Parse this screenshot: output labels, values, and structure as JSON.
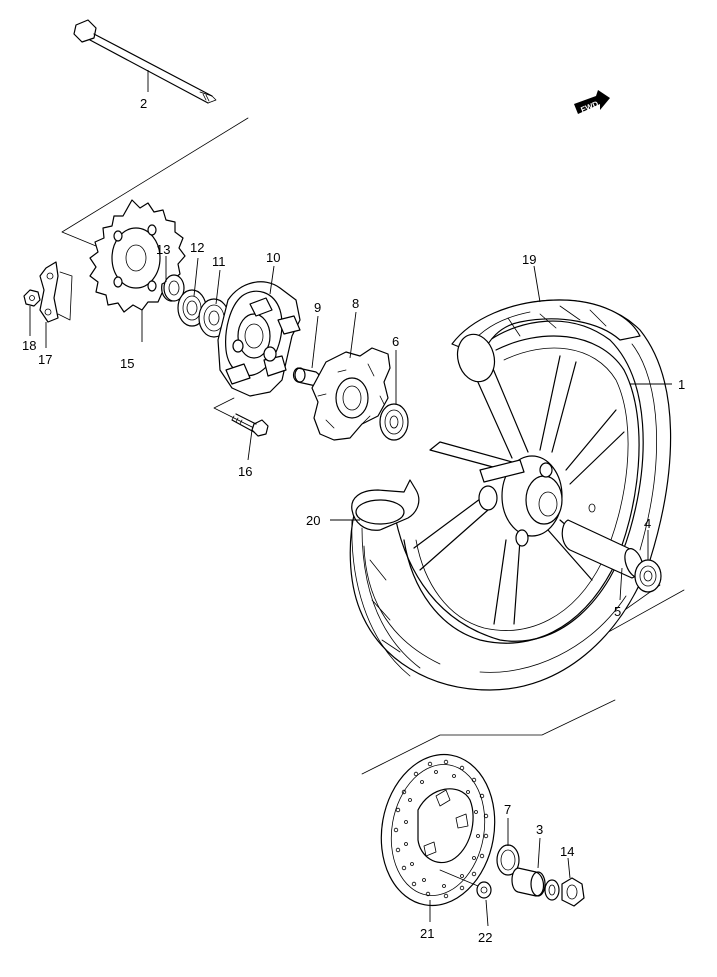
{
  "fwd_badge": {
    "text": "FWD"
  },
  "callouts": [
    {
      "id": "1",
      "label": "1"
    },
    {
      "id": "2",
      "label": "2"
    },
    {
      "id": "3",
      "label": "3"
    },
    {
      "id": "4",
      "label": "4"
    },
    {
      "id": "5",
      "label": "5"
    },
    {
      "id": "6",
      "label": "6"
    },
    {
      "id": "7",
      "label": "7"
    },
    {
      "id": "8",
      "label": "8"
    },
    {
      "id": "9",
      "label": "9"
    },
    {
      "id": "10",
      "label": "10"
    },
    {
      "id": "11",
      "label": "11"
    },
    {
      "id": "12",
      "label": "12"
    },
    {
      "id": "13",
      "label": "13"
    },
    {
      "id": "14",
      "label": "14"
    },
    {
      "id": "15",
      "label": "15"
    },
    {
      "id": "16",
      "label": "16"
    },
    {
      "id": "17",
      "label": "17"
    },
    {
      "id": "18",
      "label": "18"
    },
    {
      "id": "19",
      "label": "19"
    },
    {
      "id": "20",
      "label": "20"
    },
    {
      "id": "21",
      "label": "21"
    },
    {
      "id": "22",
      "label": "22"
    }
  ]
}
